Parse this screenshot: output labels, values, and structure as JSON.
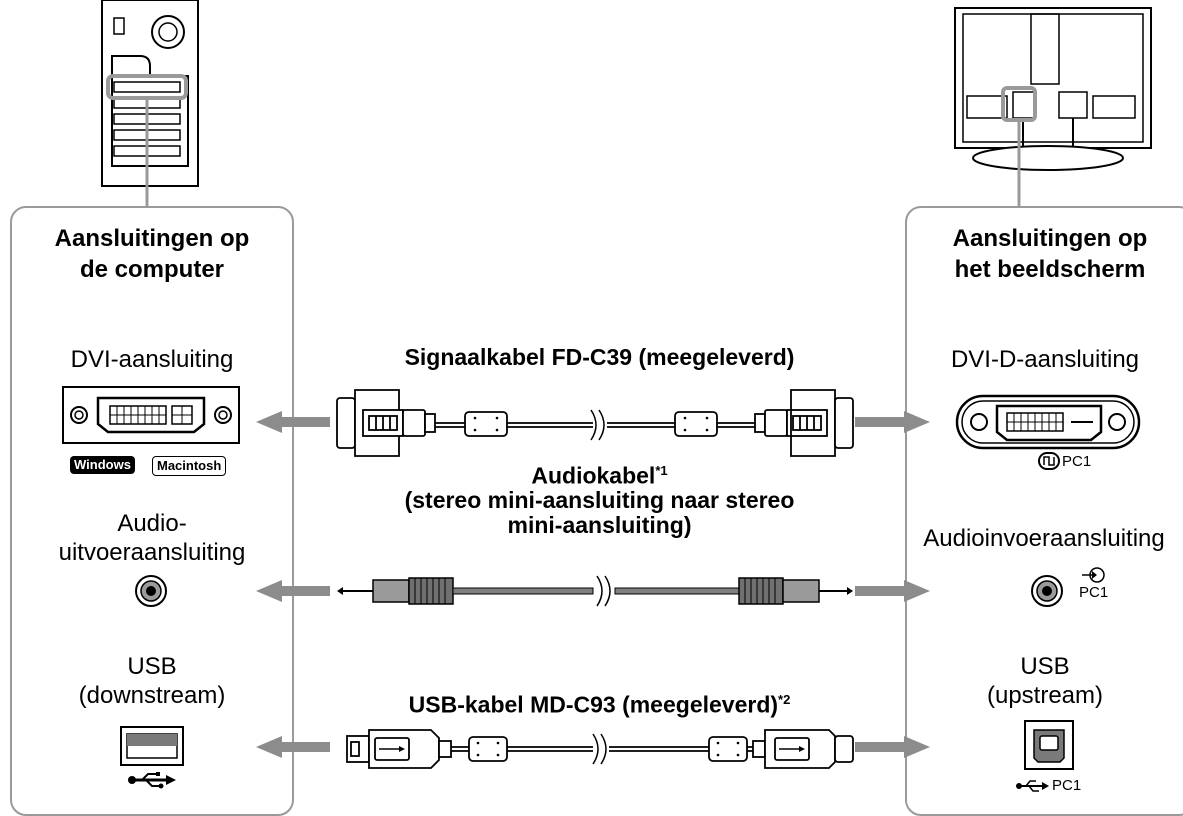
{
  "left_panel": {
    "title_line1": "Aansluitingen op",
    "title_line2": "de computer",
    "dvi_label": "DVI-aansluiting",
    "badge_windows": "Windows",
    "badge_macintosh": "Macintosh",
    "audio_label_line1": "Audio-",
    "audio_label_line2": "uitvoeraansluiting",
    "usb_label_line1": "USB",
    "usb_label_line2": "(downstream)"
  },
  "right_panel": {
    "title_line1": "Aansluitingen op",
    "title_line2": "het beeldscherm",
    "dvi_label": "DVI-D-aansluiting",
    "dvi_port_tag": "PC1",
    "audio_label": "Audioinvoeraansluiting",
    "audio_port_tag": "PC1",
    "usb_label_line1": "USB",
    "usb_label_line2": "(upstream)",
    "usb_port_tag": "PC1"
  },
  "cables": {
    "signal": "Signaalkabel FD-C39 (meegeleverd)",
    "audio_line1": "Audiokabel",
    "audio_note": "*1",
    "audio_line2": "(stereo mini-aansluiting naar stereo",
    "audio_line3": "mini-aansluiting)",
    "usb": "USB-kabel MD-C93 (meegeleverd)",
    "usb_note": "*2"
  },
  "colors": {
    "arrow": "#8c8c8c",
    "panel_border": "#9a9a9a",
    "audio_cable": "#808080"
  }
}
